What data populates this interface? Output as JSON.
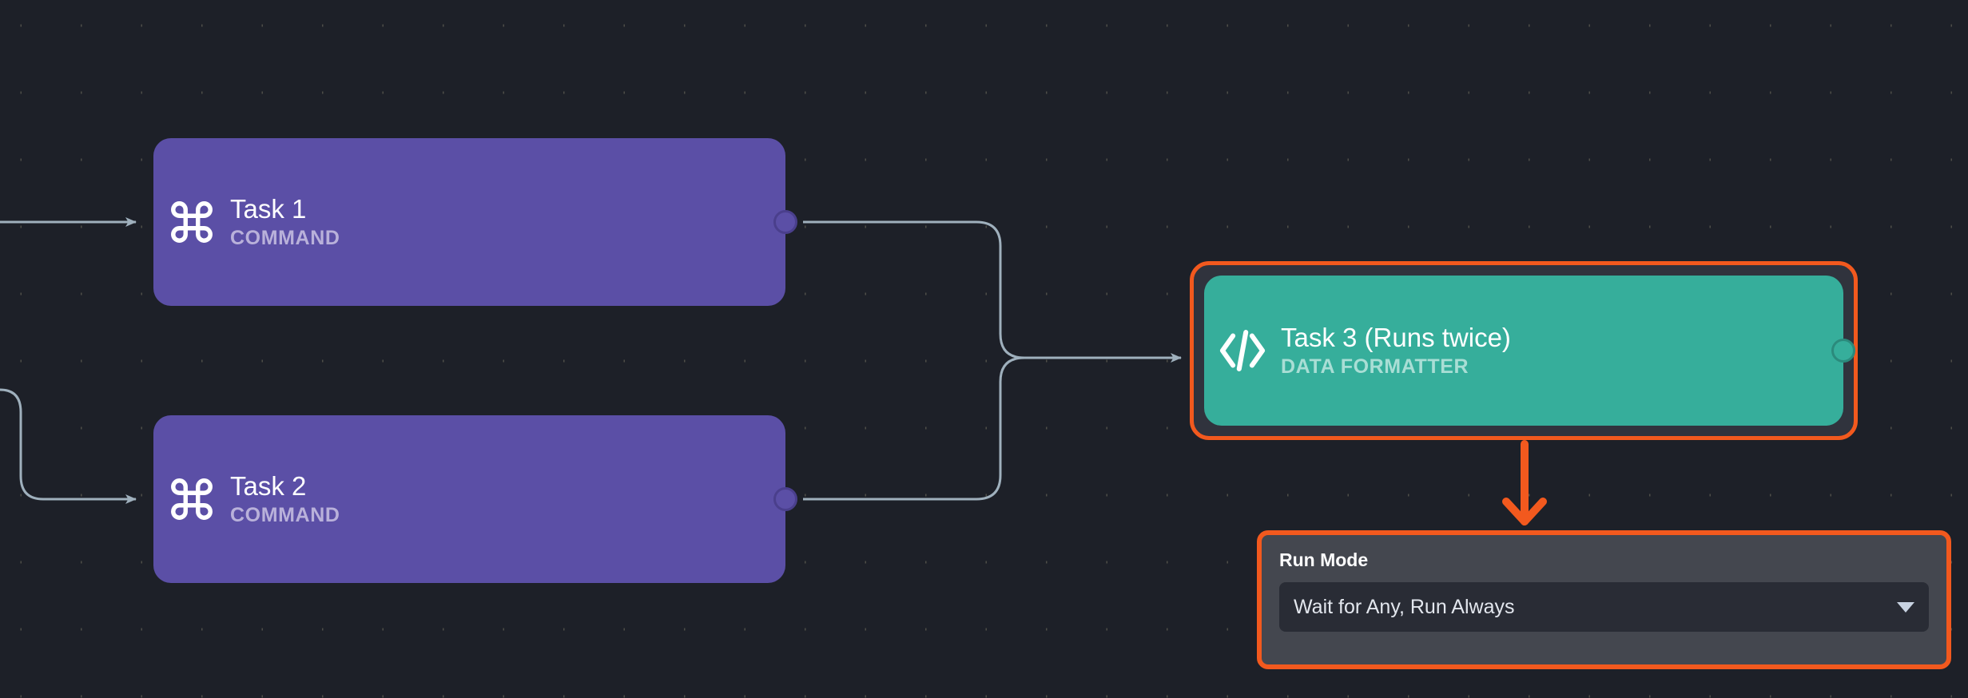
{
  "canvas": {
    "background_color": "#1d2028",
    "grid_dot_color": "#4e4e48"
  },
  "theme": {
    "node_purple": "#5b4fa6",
    "node_teal": "#36ae9b",
    "highlight_orange": "#f2591e",
    "edge_gray": "#a9b6c2",
    "panel_bg": "#44474f",
    "select_bg": "#292c35"
  },
  "nodes": [
    {
      "id": "task1",
      "title": "Task 1",
      "subtitle": "COMMAND",
      "icon": "command-icon",
      "color": "#5b4fa6"
    },
    {
      "id": "task2",
      "title": "Task 2",
      "subtitle": "COMMAND",
      "icon": "command-icon",
      "color": "#5b4fa6"
    },
    {
      "id": "task3",
      "title": "Task 3 (Runs twice)",
      "subtitle": "DATA FORMATTER",
      "icon": "code-brackets-icon",
      "color": "#36ae9b",
      "highlighted": true
    }
  ],
  "run_mode_panel": {
    "label": "Run Mode",
    "selected_value": "Wait for Any, Run Always",
    "caret": "chevron-down-icon",
    "highlighted": true
  }
}
